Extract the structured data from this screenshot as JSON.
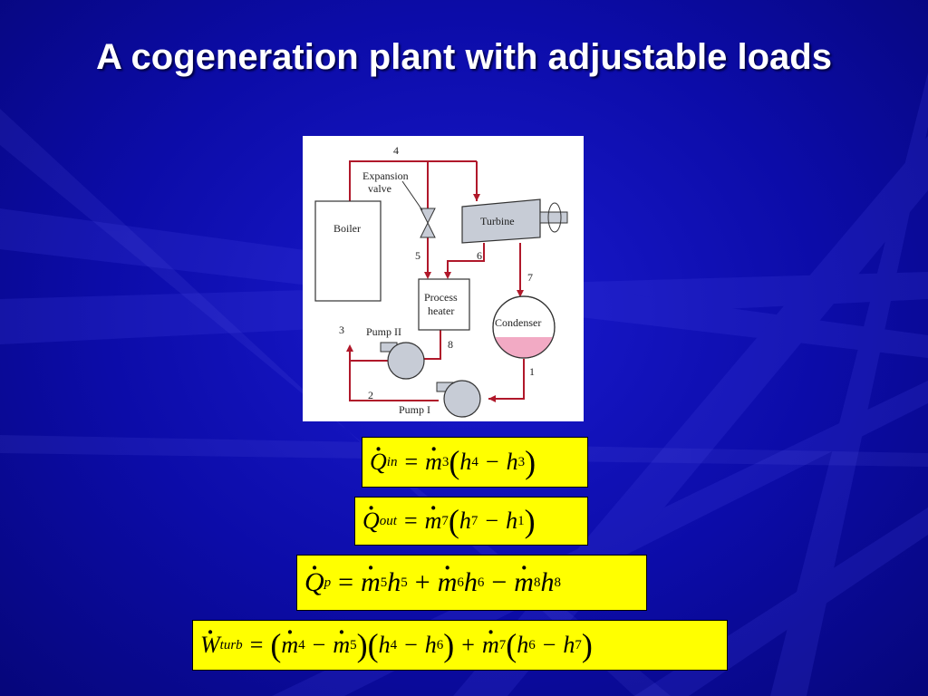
{
  "slide": {
    "title": "A cogeneration plant with adjustable loads"
  },
  "diagram": {
    "labels": {
      "expansion": "Expansion",
      "valve": "valve",
      "boiler": "Boiler",
      "turbine": "Turbine",
      "process": "Process",
      "heater": "heater",
      "condenser": "Condenser",
      "pump_ii": "Pump II",
      "pump_i": "Pump I"
    },
    "states": {
      "s1": "1",
      "s2": "2",
      "s3": "3",
      "s4": "4",
      "s5": "5",
      "s6": "6",
      "s7": "7",
      "s8": "8"
    },
    "colors": {
      "pipe": "#b0182a",
      "equipment": "#c7ccd6",
      "condensate": "#f2aac4"
    }
  },
  "equations": {
    "q_in": {
      "sym": "Q",
      "sub": "in",
      "rhs_m": "m",
      "rhs_msub": "3",
      "h_a": "h",
      "h_asub": "4",
      "h_b": "h",
      "h_bsub": "3"
    },
    "q_out": {
      "sym": "Q",
      "sub": "out",
      "rhs_m": "m",
      "rhs_msub": "7",
      "h_a": "h",
      "h_asub": "7",
      "h_b": "h",
      "h_bsub": "1"
    },
    "q_p": {
      "sym": "Q",
      "sub": "p",
      "t1": "5",
      "t2": "6",
      "t3": "8"
    },
    "w_turb": {
      "sym": "W",
      "sub": "turb",
      "m_a": "4",
      "m_b": "5",
      "h_a": "4",
      "h_b": "6",
      "m_c": "7",
      "h_c": "6",
      "h_d": "7"
    }
  }
}
